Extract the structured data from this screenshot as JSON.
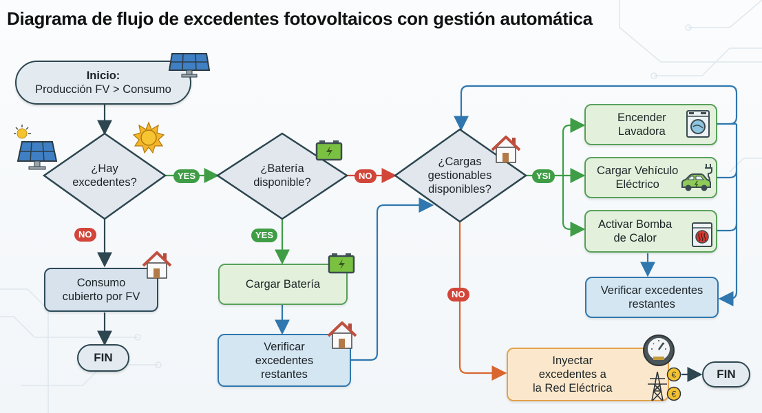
{
  "title": "Diagrama de flujo de excedentes fotovoltaicos con gestión automática",
  "colors": {
    "yes_green": "#3f9d46",
    "no_red": "#d2463a",
    "flow_blue": "#2f77ae",
    "flow_dark": "#2d4650",
    "inject_orange": "#e2a24a"
  },
  "nodes": {
    "start": {
      "line1": "Inicio:",
      "line2": "Producción FV > Consumo"
    },
    "decision_surplus": "¿Hay\nexcedentes?",
    "decision_battery": "¿Batería\ndisponible?",
    "decision_loads": "¿Cargas\ngestionables\ndisponibles?",
    "consumption_covered": "Consumo\ncubierto por FV",
    "end_left": "FIN",
    "charge_battery": "Cargar Batería",
    "verify_after_battery": "Verificar\nexcedentes\nrestantes",
    "washer": "Encender\nLavadora",
    "ev": "Cargar Vehículo\nEléctrico",
    "heat_pump": "Activar Bomba\nde Calor",
    "verify_after_loads": "Verificar excedentes\nrestantes",
    "inject_grid": "Inyectar\nexcedentes a\nla Red Eléctrica",
    "end_right": "FIN"
  },
  "badges": {
    "surplus_yes": "YES",
    "surplus_no": "NO",
    "battery_yes": "YES",
    "battery_no": "NO",
    "loads_yes": "YSI",
    "loads_no": "NO"
  },
  "icons": [
    "solar-panel-icon",
    "sun-icon",
    "battery-icon",
    "house-icon",
    "washing-machine-icon",
    "electric-car-icon",
    "heater-icon",
    "power-meter-icon",
    "power-tower-icon",
    "euro-coin-icon"
  ]
}
